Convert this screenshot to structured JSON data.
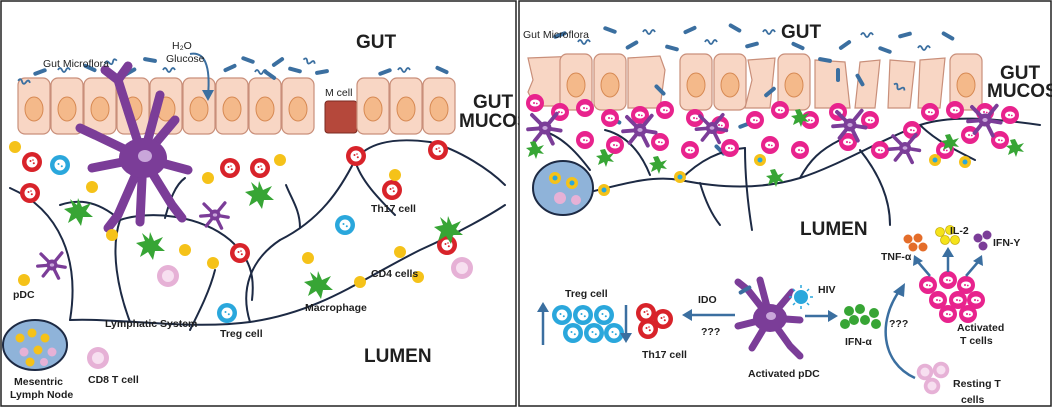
{
  "left_panel": {
    "heading_gut": "GUT",
    "heading_mucosa_line1": "GUT",
    "heading_mucosa_line2": "MUCOSA",
    "heading_lumen": "LUMEN",
    "label_gut_microflora": "Gut Microflora",
    "label_h2o": "H₂O",
    "label_glucose": "Glucose",
    "label_m_cell": "M cell",
    "label_th17": "Th17 cell",
    "label_cd4": "CD4 cells",
    "label_pdc": "pDC",
    "label_lymphatic": "Lymphatic System",
    "label_treg": "Treg cell",
    "label_macrophage": "Macrophage",
    "label_mesenteric_1": "Mesentric",
    "label_mesenteric_2": "Lymph Node",
    "label_cd8": "CD8 T cell"
  },
  "right_panel": {
    "heading_gut": "GUT",
    "heading_mucosa_line1": "GUT",
    "heading_mucosa_line2": "MUCOSA",
    "heading_lumen": "LUMEN",
    "label_gut_microflora": "Gut Microflora",
    "label_treg": "Treg cell",
    "label_th17": "Th17 cell",
    "label_ido": "IDO",
    "label_q1": "???",
    "label_hiv": "HIV",
    "label_activated_pdc": "Activated pDC",
    "label_ifna": "IFN-α",
    "label_q2": "???",
    "label_tnfa": "TNF-α",
    "label_il2": "IL-2",
    "label_ifny": "IFN-Y",
    "label_activated_t1": "Activated",
    "label_activated_t2": "T cells",
    "label_resting_t1": "Resting T",
    "label_resting_t2": "cells"
  },
  "colors": {
    "epithelium": "#f8d6c4",
    "nucleus": "#f4b98a",
    "m_cell": "#b5483b",
    "red_cell": "#d8232a",
    "blue_cell": "#2aa7dc",
    "yellow_cell": "#f5c219",
    "green_cell": "#37a535",
    "purple_cell": "#7b3d98",
    "pink_cell": "#e8238d",
    "bacteria": "#3b6fa0",
    "vessel": "#1d2a44"
  }
}
